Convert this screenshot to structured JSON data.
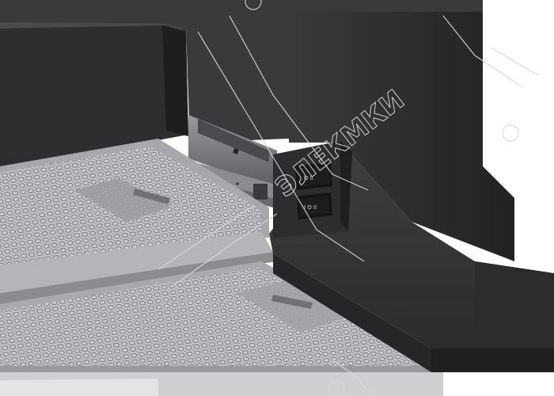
{
  "product": {
    "name": "Telescopic cooker hood, close-up of control panel",
    "body_color": "#2b2b2d",
    "filter_color": "#b9b9bc"
  },
  "controls": {
    "light_switch": {
      "label": "O II"
    },
    "fan_switch": {
      "label": "I O II"
    }
  },
  "watermark": {
    "text": "ЭЛЕКМКИ",
    "color": "#d9d9d9"
  }
}
